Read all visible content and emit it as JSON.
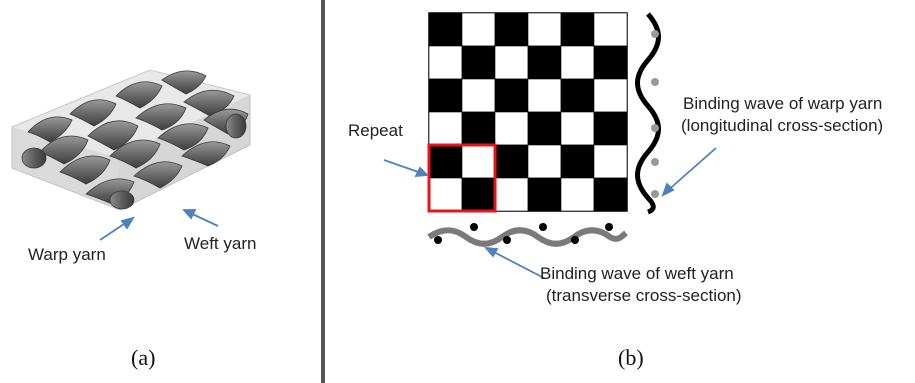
{
  "panel_a": {
    "caption": "(a)",
    "labels": {
      "warp_yarn": "Warp yarn",
      "weft_yarn": "Weft yarn"
    }
  },
  "panel_b": {
    "caption": "(b)",
    "labels": {
      "repeat": "Repeat",
      "warp_wave_line1": "Binding wave of warp yarn",
      "warp_wave_line2": "(longitudinal cross-section)",
      "weft_wave_line1": "Binding wave of weft yarn",
      "weft_wave_line2": "(transverse cross-section)"
    },
    "grid": {
      "rows": 6,
      "cols": 6
    }
  },
  "colors": {
    "arrow": "#4f81bd",
    "repeat_outline": "#e8141a",
    "yarn": "#6e6e6e",
    "cell_dark": "#000000",
    "cell_light": "#ffffff"
  }
}
